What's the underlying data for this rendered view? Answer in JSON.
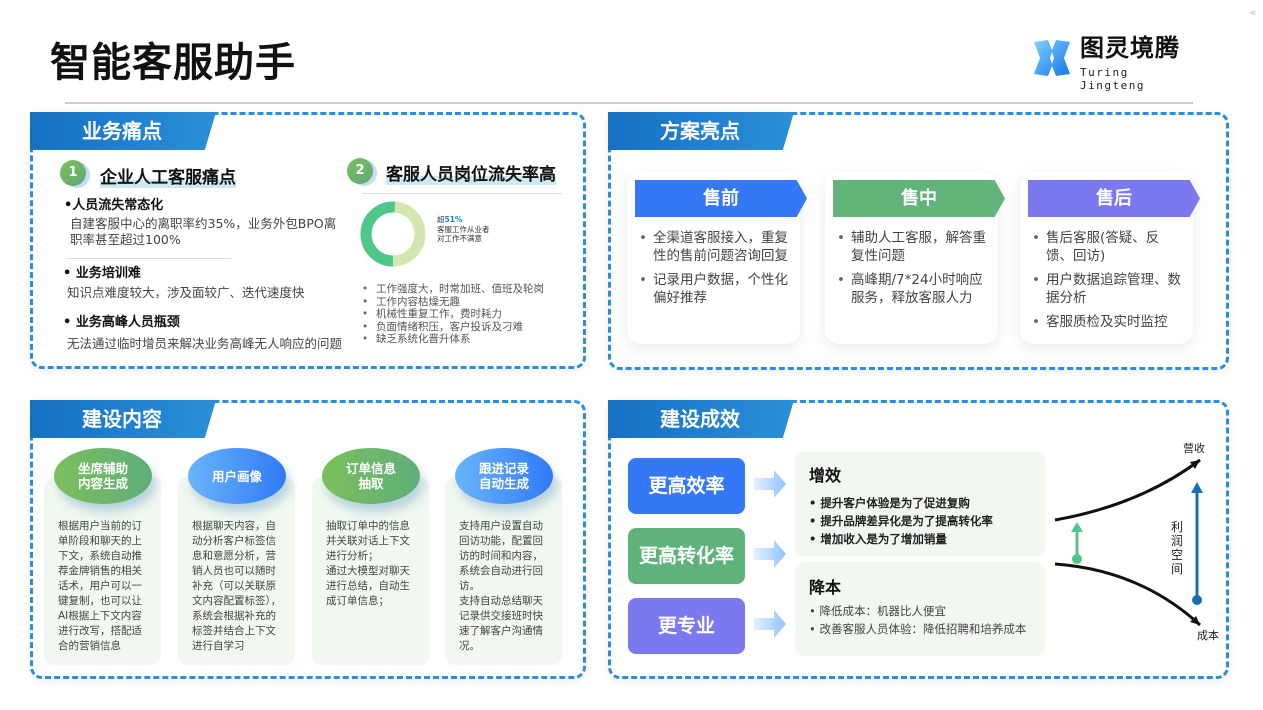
{
  "title": "智能客服助手",
  "logo": {
    "cn": "图灵境腾",
    "en": "Turing Jingteng"
  },
  "collapse_icon": "«",
  "pain": {
    "header": "业务痛点",
    "s1": {
      "num": "1",
      "title": "企业人工客服痛点",
      "items": [
        {
          "title": "•人员流失常态化",
          "desc": "自建客服中心的离职率约35%，业务外包BPO离职率甚至超过100%"
        },
        {
          "title": "• 业务培训难",
          "desc": "知识点难度较大，涉及面较广、迭代速度快"
        },
        {
          "title": "• 业务高峰人员瓶颈",
          "desc": "无法通过临时增员来解决业务高峰无人响应的问题"
        }
      ]
    },
    "s2": {
      "num": "2",
      "title": "客服人员岗位流失率高",
      "donut": {
        "prefix": "超",
        "value": "51%",
        "percent": 51,
        "line1": "客服工作从业者",
        "line2": "对工作不满意"
      },
      "bullets": [
        "工作强度大，时常加班、值班及轮岗",
        "工作内容枯燥无趣",
        "机械性重复工作，费时耗力",
        "负面情绪积压，客户投诉及刁难",
        "缺乏系统化晋升体系"
      ]
    }
  },
  "solution": {
    "header": "方案亮点",
    "cards": [
      {
        "title": "售前",
        "color": "#3478f6",
        "items": [
          "全渠道客服接入，重复性的售前问题咨询回复",
          "记录用户数据，个性化偏好推荐"
        ]
      },
      {
        "title": "售中",
        "color": "#63b47a",
        "items": [
          "辅助人工客服，解答重复性问题",
          "高峰期/7*24小时响应服务，释放客服人力"
        ]
      },
      {
        "title": "售后",
        "color": "#7c78f0",
        "items": [
          "售后客服(答疑、反馈、回访)",
          "用户数据追踪管理、数据分析",
          "客服质检及实时监控"
        ]
      }
    ]
  },
  "build": {
    "header": "建设内容",
    "items": [
      {
        "l1": "坐席辅助",
        "l2": "内容生成",
        "desc": "根据用户当前的订单阶段和聊天的上下文，系统自动推荐金牌销售的相关话术，用户可以一键复制，也可以让AI根据上下文内容进行改写，搭配适合的营销信息"
      },
      {
        "l1": "用户画像",
        "l2": "",
        "desc": "根据聊天内容，自动分析客户标签信息和意愿分析，营销人员也可以随时补充（可以关联原文内容配置标签），系统会根据补充的标签并结合上下文进行自学习"
      },
      {
        "l1": "订单信息",
        "l2": "抽取",
        "desc": "抽取订单中的信息并关联对话上下文进行分析；\n通过大模型对聊天进行总结，自动生成订单信息；"
      },
      {
        "l1": "跟进记录",
        "l2": "自动生成",
        "desc": "支持用户设置自动回访功能，配置回访的时间和内容，系统会自动进行回访。\n支持自动总结聊天记录供交接班时快速了解客户沟通情况。"
      }
    ]
  },
  "effect": {
    "header": "建设成效",
    "buttons": [
      "更高效率",
      "更高转化率",
      "更专业"
    ],
    "gain": {
      "title": "增效",
      "items": [
        "• 提升客户体验是为了促进复购",
        "• 提升品牌差异化是为了提高转化率",
        "• 增加收入是为了增加销量"
      ]
    },
    "cost": {
      "title": "降本",
      "items": [
        "•  降低成本：机器比人便宜",
        "•  改善客服人员体验：降低招聘和培养成本"
      ]
    },
    "diagram": {
      "top": "营收",
      "bottom": "成本",
      "middle": "利润空间"
    }
  }
}
